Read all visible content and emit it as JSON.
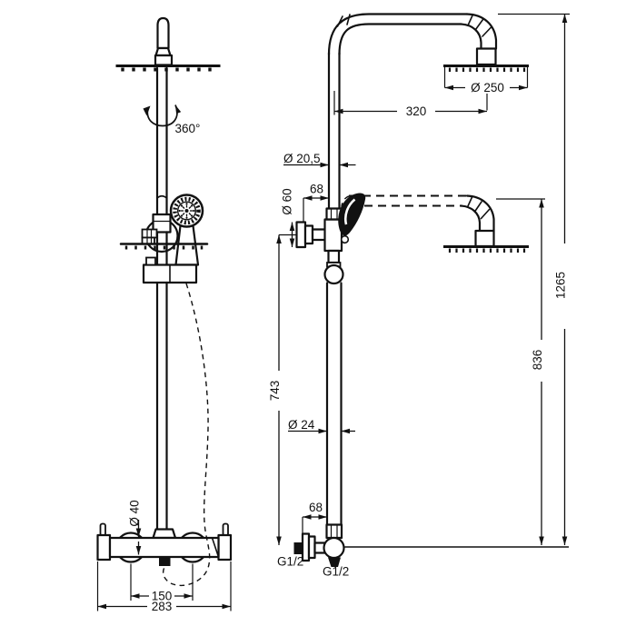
{
  "drawing": {
    "title": "shower-column-technical-drawing",
    "colors": {
      "ink": "#111111",
      "paper": "#ffffff"
    },
    "labels": {
      "rotation": "360°",
      "head_diameter": "Ø 250",
      "arm_reach": "320",
      "upper_pipe_diameter": "Ø 20,5",
      "upper_offset": "68",
      "holder_flange_diameter": "Ø 60",
      "total_height": "1265",
      "lowered_head_height": "836",
      "holder_height": "743",
      "lower_pipe_diameter": "Ø 24",
      "lower_offset": "68",
      "inlet_thread": "G1/2",
      "outlet_thread": "G1/2",
      "mixer_body_diameter": "Ø 40",
      "inlet_spacing": "150",
      "mixer_width": "283"
    }
  }
}
